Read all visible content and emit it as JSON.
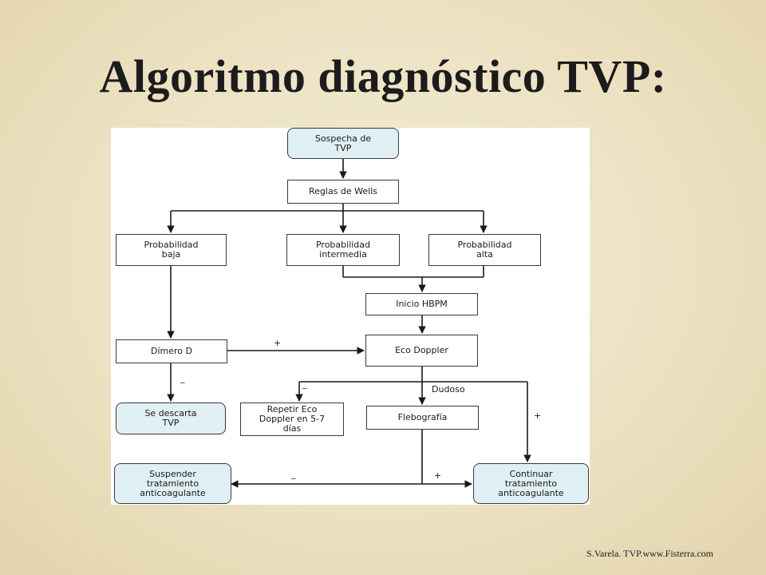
{
  "slide": {
    "title": "Algoritmo diagnóstico TVP:",
    "credit": "S.Varela. TVP.www.Fisterra.com"
  },
  "diagram": {
    "nodes": {
      "sospecha": "Sospecha de\nTVP",
      "wells": "Reglas de Wells",
      "prob_baja": "Probabilidad\nbaja",
      "prob_intermedia": "Probabilidad\nintermedia",
      "prob_alta": "Probabilidad\nalta",
      "hbpm": "Inicio HBPM",
      "dimero": "Dímero D",
      "eco": "Eco Doppler",
      "descarta": "Se descarta\nTVP",
      "repetir": "Repetir Eco\nDoppler en 5-7\ndías",
      "flebografia": "Flebografía",
      "suspender": "Suspender\ntratamiento\nanticoagulante",
      "continuar": "Continuar\ntratamiento\nanticoagulante"
    },
    "edge_labels": {
      "dimero_to_eco": "+",
      "dimero_neg": "_",
      "eco_neg": "_",
      "eco_dudoso": "Dudoso",
      "eco_pos": "+",
      "fleb_neg": "_",
      "fleb_pos": "+"
    }
  }
}
